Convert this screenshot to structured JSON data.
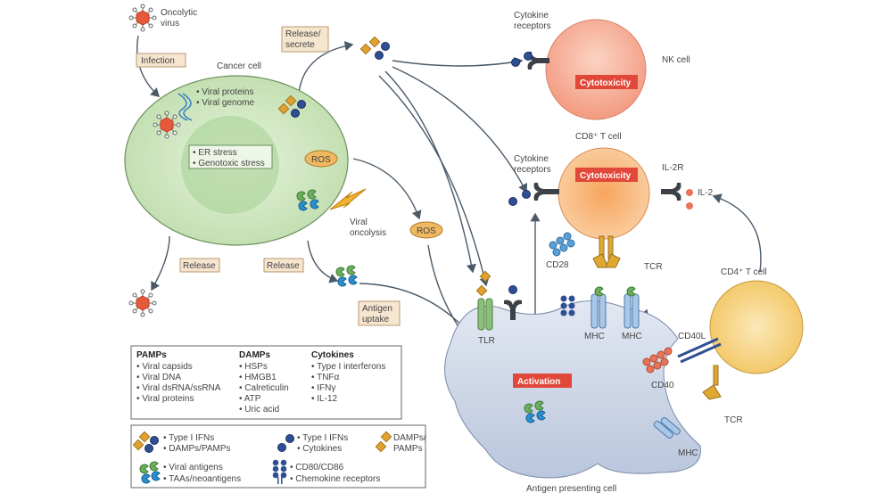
{
  "labels": {
    "oncolytic_virus": [
      "Oncolytic",
      "virus"
    ],
    "infection": "Infection",
    "cancer_cell": "Cancer cell",
    "viral_items": [
      "• Viral proteins",
      "• Viral genome"
    ],
    "stress_items": [
      "• ER stress",
      "• Genotoxic stress"
    ],
    "ros": "ROS",
    "release_secrete": [
      "Release/",
      "secrete"
    ],
    "viral_oncolysis": [
      "Viral",
      "oncolysis"
    ],
    "release_left": "Release",
    "release_right": "Release",
    "antigen_uptake": [
      "Antigen",
      "uptake"
    ],
    "cytokine_receptors_nk": [
      "Cytokine",
      "receptors"
    ],
    "nk_cell": "NK cell",
    "cytotoxicity_nk": "Cytotoxicity",
    "cd8_t_cell": "CD8⁺ T cell",
    "cytokine_receptors_cd8": [
      "Cytokine",
      "receptors"
    ],
    "cytotoxicity_cd8": "Cytotoxicity",
    "il2r": "IL-2R",
    "il2": "IL-2",
    "cd28": "CD28",
    "tcr_cd8": "TCR",
    "cd4_t_cell": "CD4⁺ T cell",
    "cd40l": "CD40L",
    "cd40": "CD40",
    "tcr_cd4": "TCR",
    "mhc_cd4": "MHC",
    "tlr": "TLR",
    "mhc1": "MHC",
    "mhc2": "MHC",
    "activation": "Activation",
    "apc": "Antigen presenting cell"
  },
  "legend_categories": {
    "pamps": {
      "title": "PAMPs",
      "items": [
        "• Viral capsids",
        "• Viral DNA",
        "• Viral dsRNA/ssRNA",
        "• Viral proteins"
      ]
    },
    "damps": {
      "title": "DAMPs",
      "items": [
        "• HSPs",
        "• HMGB1",
        "• Calreticulin",
        "• ATP",
        "• Uric acid"
      ]
    },
    "cytokines": {
      "title": "Cytokines",
      "items": [
        "• Type I interferons",
        "• TNFα",
        "• IFNγ",
        "• IL-12"
      ]
    }
  },
  "legend_symbols": [
    {
      "icon": "diamond-and-circle-icon",
      "lines": [
        "• Type I IFNs",
        "• DAMPs/PAMPs"
      ]
    },
    {
      "icon": "blue-circle-icon",
      "lines": [
        "• Type I IFNs",
        "• Cytokines"
      ]
    },
    {
      "icon": "diamond-icon",
      "lines": [
        "DAMPs/",
        "PAMPs"
      ]
    },
    {
      "icon": "antigen-icon",
      "lines": [
        "• Viral antigens",
        "• TAAs/neoantigens"
      ]
    },
    {
      "icon": "receptor-icon",
      "lines": [
        "• CD80/CD86",
        "• Chemokine receptors"
      ]
    }
  ],
  "colors": {
    "cancer_cell": "#cfe6bf",
    "nk_cell": "#f8b49a",
    "t_cell": "#f8b982",
    "cd4_cell": "#f7d68a",
    "apc": "#c9d4e6",
    "cytotoxicity": "#e2483a",
    "cytokine": "#2f4f94",
    "damp": "#e0a230",
    "virus": "#e55a3c"
  }
}
